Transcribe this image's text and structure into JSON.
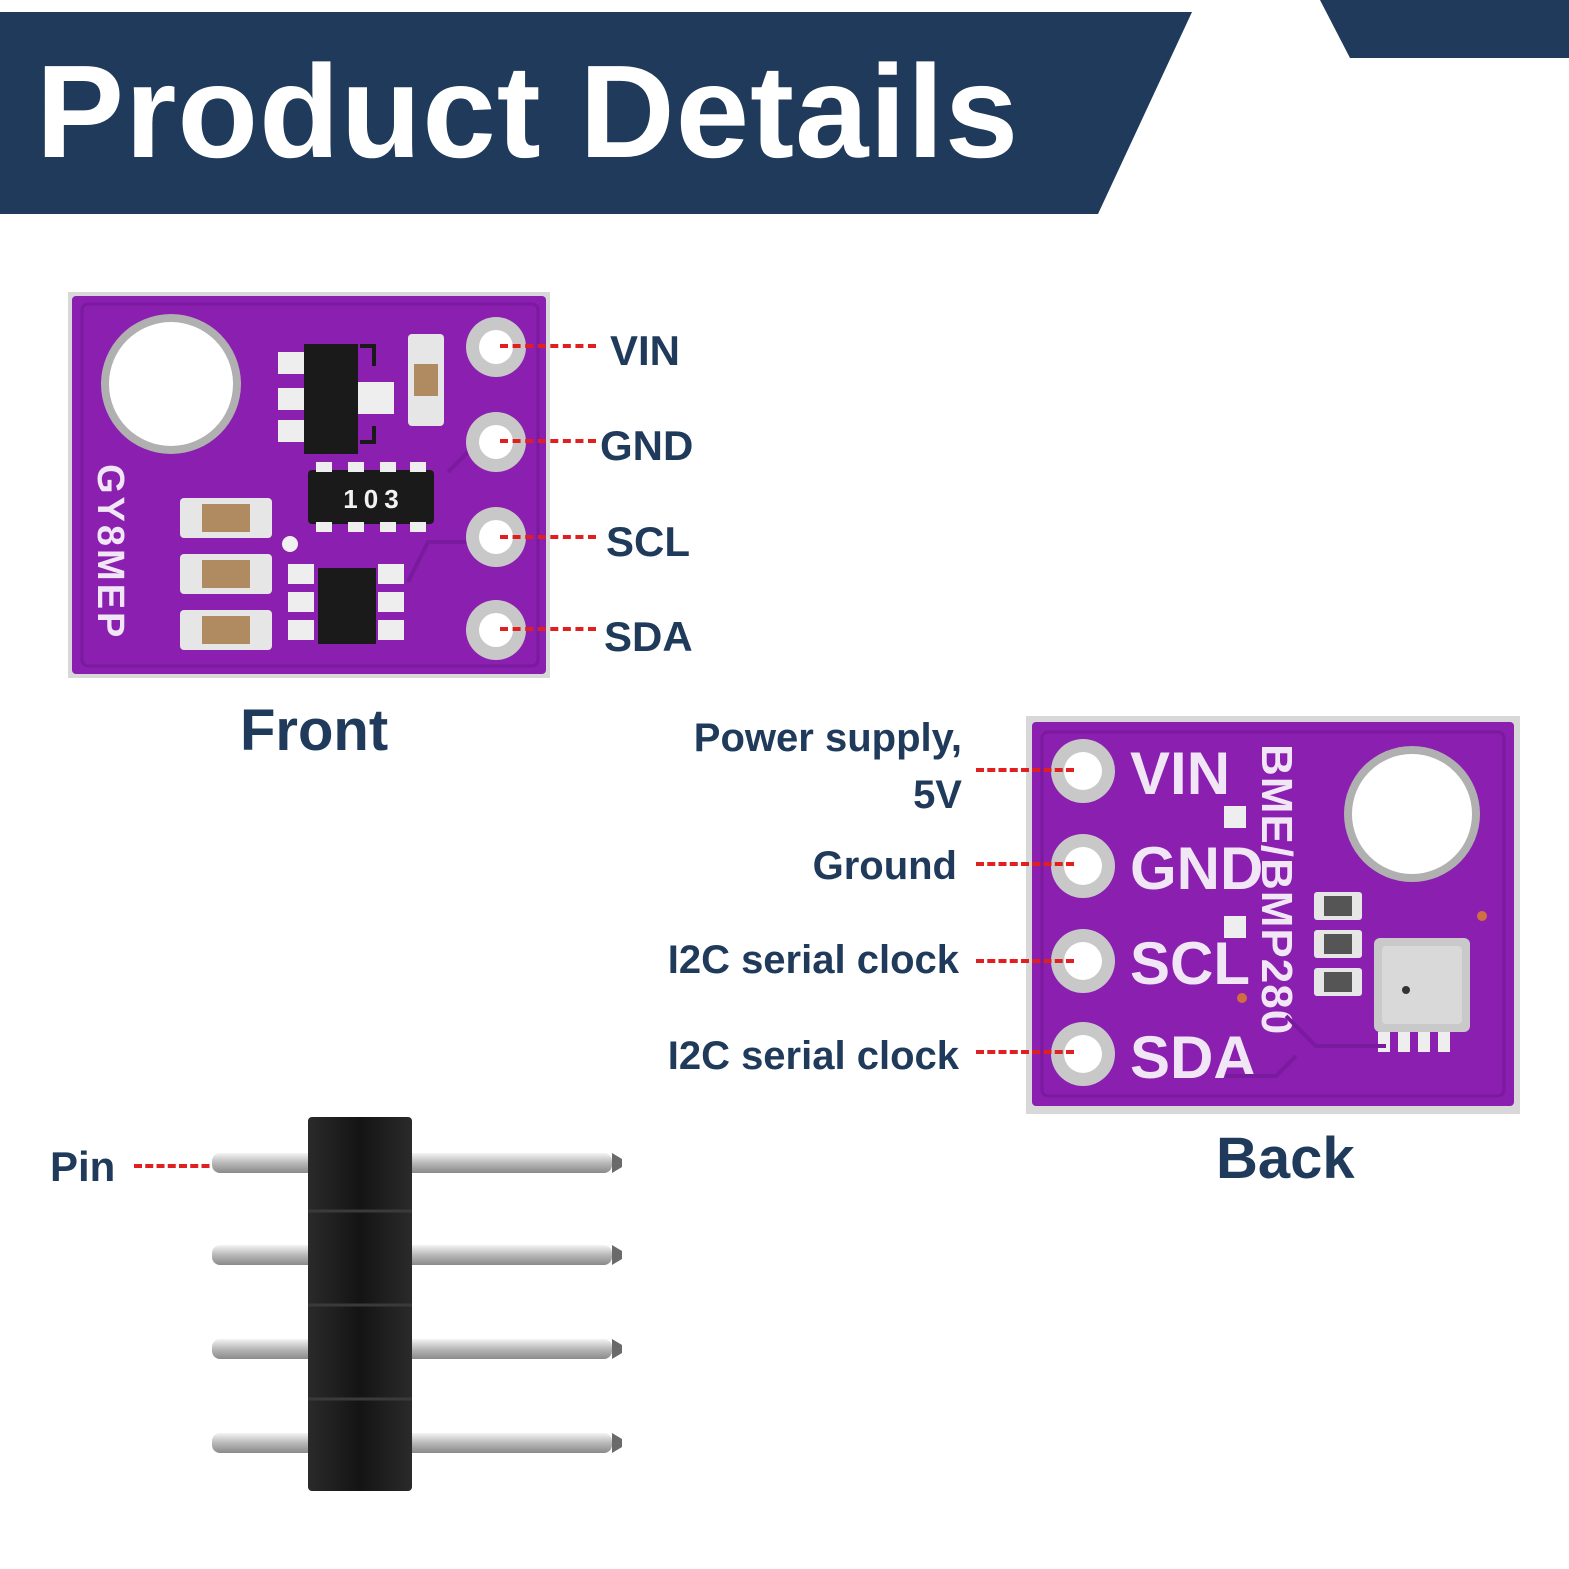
{
  "header": {
    "title": "Product Details",
    "color": "#1f3a5a"
  },
  "front": {
    "caption": "Front",
    "silkscreen": "GY8MEP",
    "chip_marking": "103",
    "pins": [
      "VIN",
      "GND",
      "SCL",
      "SDA"
    ]
  },
  "back": {
    "caption": "Back",
    "silkscreen": "BME/BMP280",
    "pins": [
      "VIN",
      "GND",
      "SCL",
      "SDA"
    ],
    "descriptions": [
      {
        "line1": "Power supply,",
        "line2": "5V"
      },
      {
        "line1": "Ground"
      },
      {
        "line1": "I2C serial clock"
      },
      {
        "line1": "I2C serial clock"
      }
    ]
  },
  "header_pins": {
    "label": "Pin"
  },
  "colors": {
    "pcb": "#8a1fb0",
    "leader": "#e02020",
    "text": "#1f3a5a"
  }
}
